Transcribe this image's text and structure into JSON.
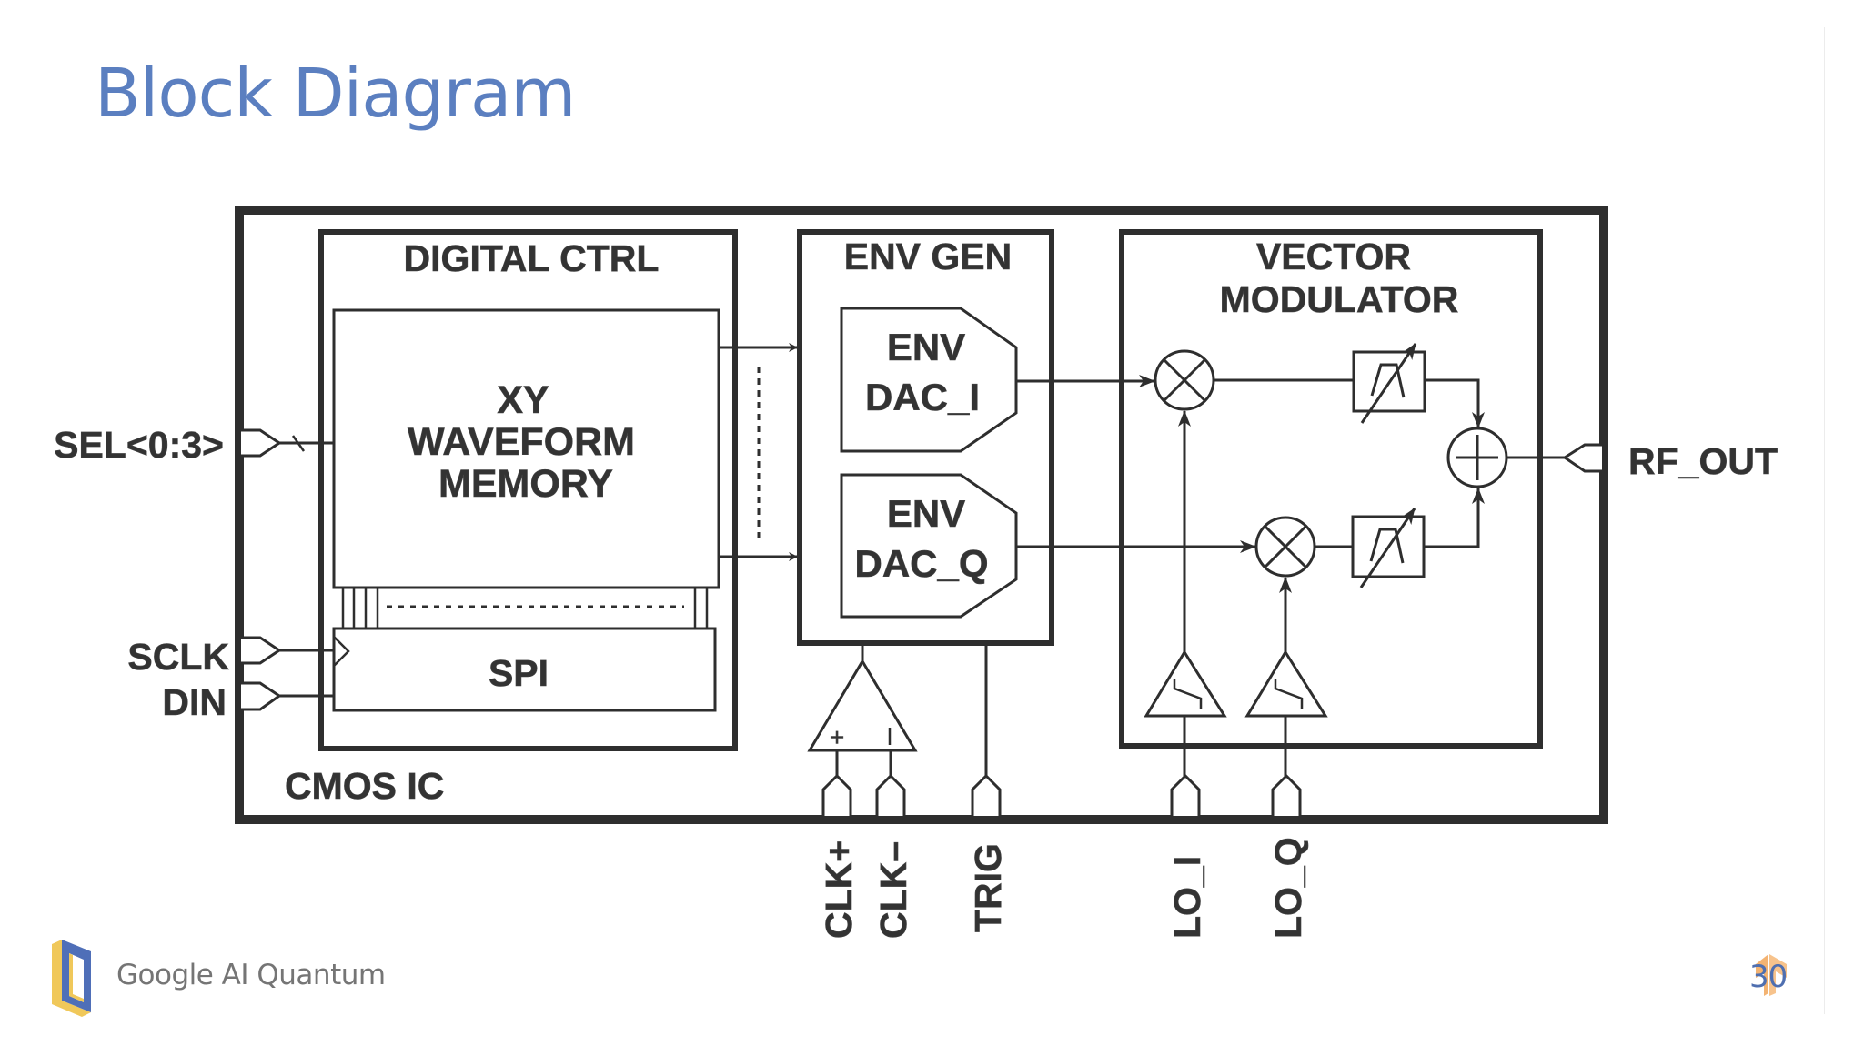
{
  "slide": {
    "title": "Block Diagram",
    "footer_brand": "Google AI Quantum",
    "page_number": "30",
    "colors": {
      "title": "#5b7fc0",
      "diagram_ink": "#2e2e2e",
      "brand_text": "#757575",
      "logo_blue": "#4f6fb8",
      "logo_yellow": "#f0c85a",
      "watermark_orange": "#f2a65a"
    }
  },
  "diagram": {
    "chip_label": "CMOS IC",
    "blocks": {
      "digital_ctrl": {
        "title": "DIGITAL CTRL",
        "memory_lines": [
          "XY",
          "WAVEFORM",
          "MEMORY"
        ],
        "spi": "SPI"
      },
      "env_gen": {
        "title": "ENV GEN",
        "dac_i": [
          "ENV",
          "DAC_I"
        ],
        "dac_q": [
          "ENV",
          "DAC_Q"
        ]
      },
      "vector_modulator": {
        "title_lines": [
          "VECTOR",
          "MODULATOR"
        ]
      }
    },
    "clock_amp": {
      "plus": "+",
      "minus": "–"
    },
    "pins": {
      "sel": "SEL<0:3>",
      "sclk": "SCLK",
      "din": "DIN",
      "rf_out": "RF_OUT",
      "clk_plus": "CLK+",
      "clk_minus": "CLK–",
      "trig": "TRIG",
      "lo_i": "LO_I",
      "lo_q": "LO_Q"
    },
    "icons": {
      "mixer": "multiplier-circle-x",
      "adder": "summer-circle-plus",
      "filter": "tunable-bandpass-filter",
      "buffer": "limiting-amplifier-triangle",
      "dac": "dac-chamfered-block",
      "pin": "io-pad-pentagon"
    }
  }
}
